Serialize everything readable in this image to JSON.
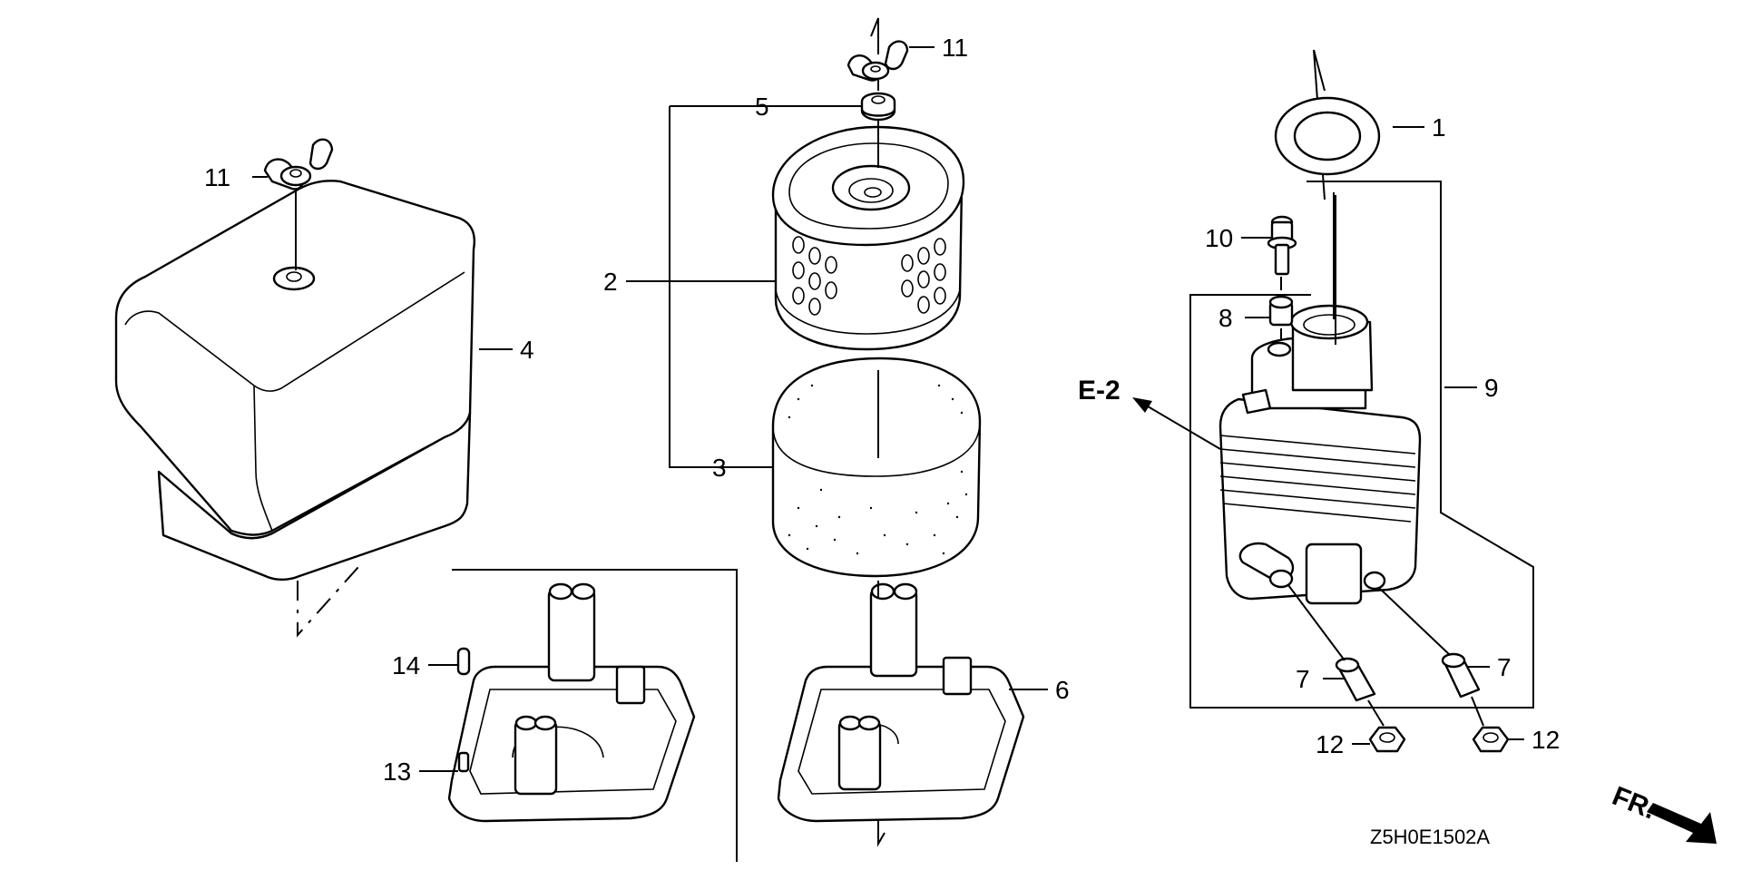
{
  "callouts": {
    "c1": "1",
    "c2": "2",
    "c3": "3",
    "c4": "4",
    "c5": "5",
    "c6": "6",
    "c7a": "7",
    "c7b": "7",
    "c8": "8",
    "c9": "9",
    "c10": "10",
    "c11a": "11",
    "c11b": "11",
    "c12a": "12",
    "c12b": "12",
    "c13": "13",
    "c14": "14"
  },
  "reference": "E-2",
  "direction": "FR.",
  "diagram_code": "Z5H0E1502A"
}
